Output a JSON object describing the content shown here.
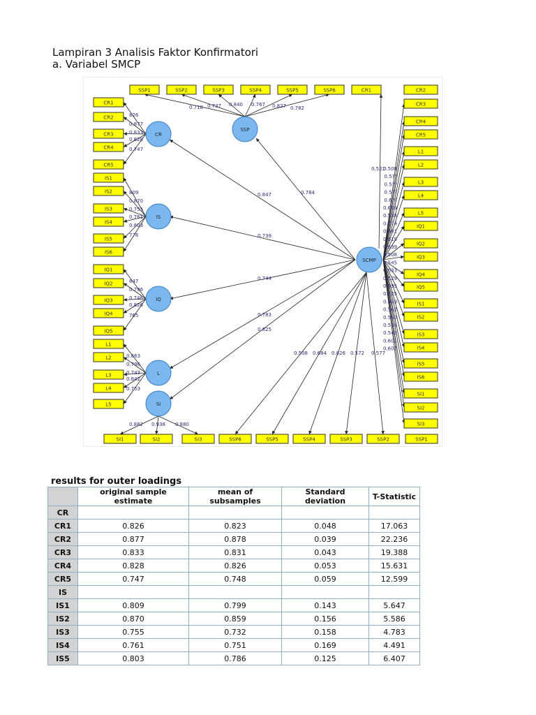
{
  "heading": {
    "line1": "Lampiran 3 Analisis Faktor Konfirmatori",
    "line2": "a. Variabel SMCP"
  },
  "diagram": {
    "colors": {
      "indicator_fill": "#ffff00",
      "indicator_stroke": "#333333",
      "latent_fill": "#7cb8f0",
      "latent_stroke": "#3a7fc4",
      "arrow": "#222222",
      "path_label": "#2a2a7a",
      "background": "#ffffff",
      "frame": "#d8d8d8"
    },
    "latents": {
      "CR": "CR",
      "IS": "IS",
      "IQ": "IQ",
      "L": "L",
      "SI": "SI",
      "SSP": "SSP",
      "SCMP": "SCMP"
    },
    "top_indicators": [
      "SSP1",
      "SSP2",
      "SSP3",
      "SSP4",
      "SSP5",
      "SSP6",
      "CR1",
      "CR2"
    ],
    "left_indicators": [
      "CR1",
      "CR2",
      "CR3",
      "CR4",
      "CR5",
      "IS1",
      "IS2",
      "IS3",
      "IS4",
      "IS5",
      "IS6",
      "IQ1",
      "IQ2",
      "IQ3",
      "IQ4",
      "IQ5",
      "L1",
      "L2",
      "L3",
      "L4",
      "L5"
    ],
    "bottom_indicators": [
      "SI1",
      "SI2",
      "SI3",
      "SSP6",
      "SSP5",
      "SSP4",
      "SSP3",
      "SSP2",
      "SSP1"
    ],
    "right_indicators": [
      "CR3",
      "CR4",
      "CR5",
      "L1",
      "L2",
      "L3",
      "L4",
      "L5",
      "IQ1",
      "IQ2",
      "IQ3",
      "IQ4",
      "IQ5",
      "IS1",
      "IS2",
      "IS3",
      "IS4",
      "IS5",
      "IS6",
      "SI1",
      "SI2",
      "SI3"
    ],
    "loadings": {
      "cr": [
        "826",
        "0.877",
        "0.833",
        "0.828",
        "0.747"
      ],
      "is": [
        "809",
        "0.870",
        "0.755",
        "0.761",
        "0.803",
        "776"
      ],
      "iq": [
        "847",
        "0.796",
        "0.746",
        "0.826",
        "765"
      ],
      "l": [
        "0.863",
        "0.796",
        "0.743",
        "0.842",
        "0.753"
      ],
      "si": [
        "0.882",
        "0.938",
        "0.880"
      ],
      "ssp": [
        "0.718",
        "0.737",
        "0.840",
        "0.767",
        "0.827",
        "0.782"
      ]
    },
    "paths": {
      "cr": "0.847",
      "ssp": "0.784",
      "is": "0.739",
      "iq": "0.744",
      "l": "0.783",
      "si": "0.825",
      "cr1": "0.521",
      "bottom": [
        "0.508",
        "0.684",
        "0.826",
        "0.572",
        "0.577"
      ],
      "right": [
        "0.508",
        "0.5??",
        "0.5??",
        "0.5??",
        "0.6??",
        "0.639",
        "0.538",
        "0.574",
        "0.601",
        "0.619",
        "0.639",
        "0.508",
        "0.545",
        "0.633",
        "0.529",
        "0.595",
        "0.525",
        "0.649",
        "0.542",
        "0.590",
        "0.534",
        "0.543",
        "0.601",
        "0.607"
      ]
    }
  },
  "results": {
    "caption": "results for outer loadings",
    "columns": [
      "original sample estimate",
      "mean of subsamples",
      "Standard deviation",
      "T-Statistic"
    ],
    "rows": [
      {
        "label": "CR",
        "values": [
          "",
          "",
          "",
          ""
        ]
      },
      {
        "label": "CR1",
        "values": [
          "0.826",
          "0.823",
          "0.048",
          "17.063"
        ]
      },
      {
        "label": "CR2",
        "values": [
          "0.877",
          "0.878",
          "0.039",
          "22.236"
        ]
      },
      {
        "label": "CR3",
        "values": [
          "0.833",
          "0.831",
          "0.043",
          "19.388"
        ]
      },
      {
        "label": "CR4",
        "values": [
          "0.828",
          "0.826",
          "0.053",
          "15.631"
        ]
      },
      {
        "label": "CR5",
        "values": [
          "0.747",
          "0.748",
          "0.059",
          "12.599"
        ]
      },
      {
        "label": "IS",
        "values": [
          "",
          "",
          "",
          ""
        ]
      },
      {
        "label": "IS1",
        "values": [
          "0.809",
          "0.799",
          "0.143",
          "5.647"
        ]
      },
      {
        "label": "IS2",
        "values": [
          "0.870",
          "0.859",
          "0.156",
          "5.586"
        ]
      },
      {
        "label": "IS3",
        "values": [
          "0.755",
          "0.732",
          "0.158",
          "4.783"
        ]
      },
      {
        "label": "IS4",
        "values": [
          "0.761",
          "0.751",
          "0.169",
          "4.491"
        ]
      },
      {
        "label": "IS5",
        "values": [
          "0.803",
          "0.786",
          "0.125",
          "6.407"
        ]
      }
    ]
  }
}
